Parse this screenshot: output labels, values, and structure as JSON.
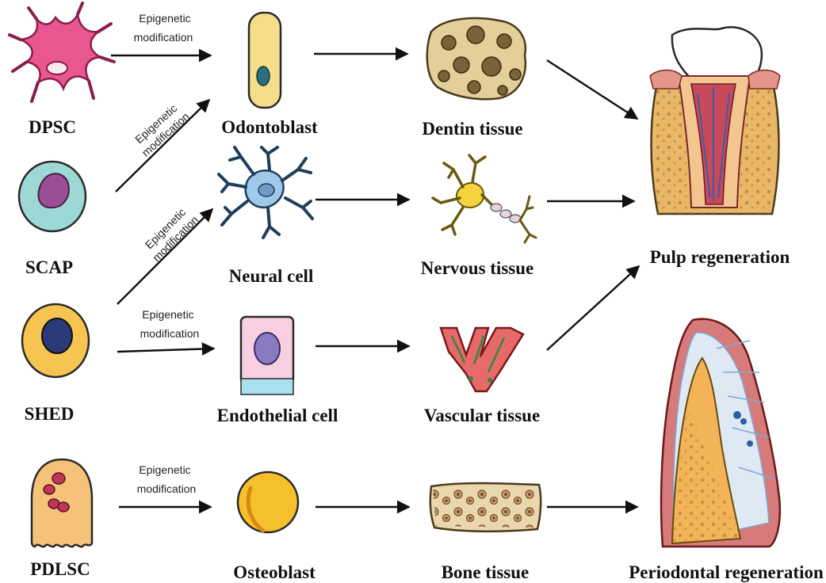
{
  "stem_cells": {
    "dpsc": "DPSC",
    "scap": "SCAP",
    "shed": "SHED",
    "pdlsc": "PDLSC"
  },
  "cells": {
    "odontoblast": "Odontoblast",
    "neural": "Neural cell",
    "endothelial": "Endothelial cell",
    "osteoblast": "Osteoblast"
  },
  "tissues": {
    "dentin": "Dentin tissue",
    "nervous": "Nervous tissue",
    "vascular": "Vascular tissue",
    "bone": "Bone tissue"
  },
  "outcomes": {
    "pulp": "Pulp regeneration",
    "periodontal": "Periodontal regeneration"
  },
  "arrow_labels": {
    "epigenetic": "Epigenetic",
    "modification": "modification"
  },
  "icons": [
    "dpsc-cell-icon",
    "scap-cell-icon",
    "shed-cell-icon",
    "pdlsc-cell-icon",
    "odontoblast-icon",
    "neural-cell-icon",
    "endothelial-cell-icon",
    "osteoblast-icon",
    "dentin-tissue-icon",
    "nervous-tissue-icon",
    "vascular-tissue-icon",
    "bone-tissue-icon",
    "tooth-pulp-icon",
    "periodontal-tissue-icon"
  ]
}
